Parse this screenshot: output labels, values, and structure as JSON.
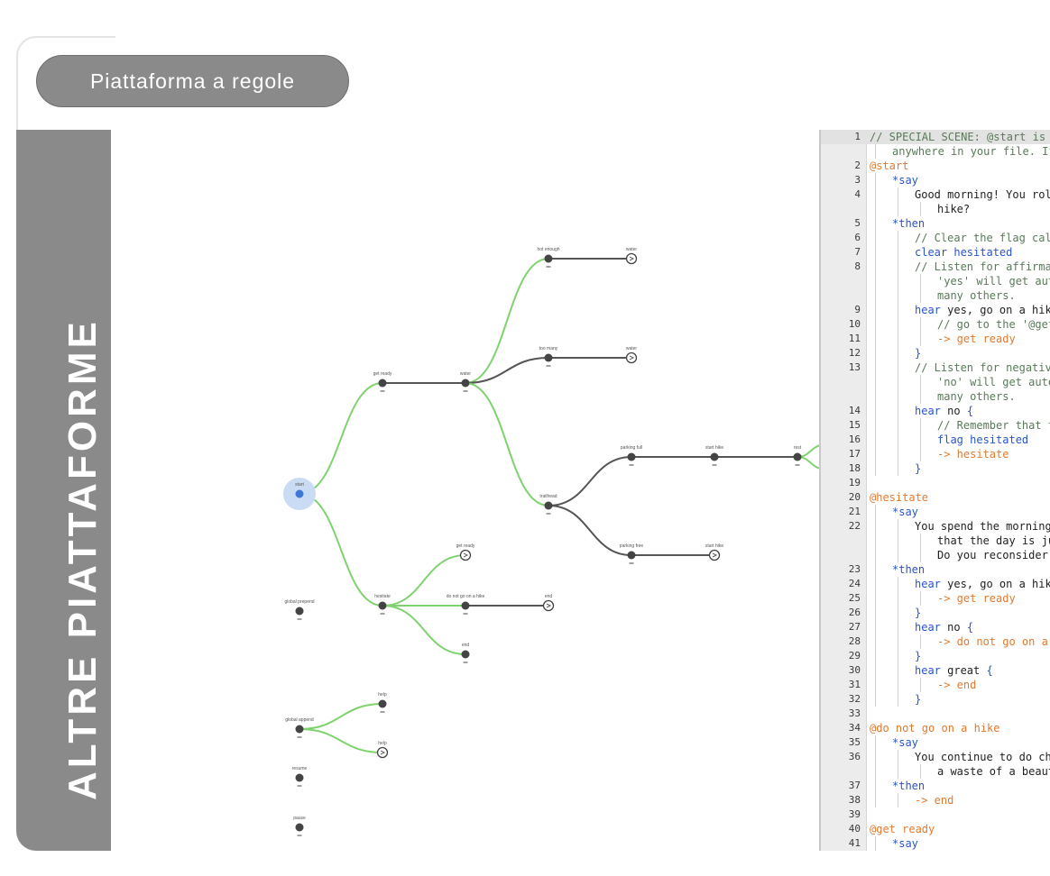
{
  "header": {
    "pill_label": "Piattaforma a regole"
  },
  "side": {
    "label": "ALTRE PIATTAFORME"
  },
  "colors": {
    "band": "#8a8a8a",
    "edge_green": "#7ed36e",
    "edge_gray": "#555555",
    "node": "#444444",
    "start_node": "#3b78d8",
    "start_halo": "#c9dcf4"
  },
  "diagram": {
    "nodes": [
      {
        "id": "start",
        "label": "start",
        "type": "start"
      },
      {
        "id": "get_ready",
        "label": "get ready",
        "type": "normal"
      },
      {
        "id": "water",
        "label": "water",
        "type": "normal"
      },
      {
        "id": "hot_enough",
        "label": "hot enough",
        "type": "normal"
      },
      {
        "id": "water_1",
        "label": "water",
        "type": "ring"
      },
      {
        "id": "too_many",
        "label": "too many",
        "type": "normal"
      },
      {
        "id": "water_2",
        "label": "water",
        "type": "ring"
      },
      {
        "id": "trailhead",
        "label": "trailhead",
        "type": "normal"
      },
      {
        "id": "parking_full",
        "label": "parking full",
        "type": "normal"
      },
      {
        "id": "start_hike",
        "label": "start hike",
        "type": "normal"
      },
      {
        "id": "rest",
        "label": "rest",
        "type": "normal"
      },
      {
        "id": "parking_free",
        "label": "parking free",
        "type": "normal"
      },
      {
        "id": "start_hike_2",
        "label": "start hike",
        "type": "ring"
      },
      {
        "id": "hesitate",
        "label": "hesitate",
        "type": "normal"
      },
      {
        "id": "get_ready_2",
        "label": "get ready",
        "type": "ring"
      },
      {
        "id": "do_not",
        "label": "do not go on a hike",
        "type": "normal"
      },
      {
        "id": "end_1",
        "label": "end",
        "type": "ring"
      },
      {
        "id": "end_2",
        "label": "end",
        "type": "normal"
      },
      {
        "id": "global_prepend",
        "label": "global prepend",
        "type": "normal"
      },
      {
        "id": "global_append",
        "label": "global append",
        "type": "normal"
      },
      {
        "id": "help_1",
        "label": "help",
        "type": "normal"
      },
      {
        "id": "help_2",
        "label": "help",
        "type": "ring"
      },
      {
        "id": "resume",
        "label": "resume",
        "type": "normal"
      },
      {
        "id": "pause",
        "label": "pause",
        "type": "normal"
      }
    ],
    "edges": [
      {
        "from": "start",
        "to": "get_ready",
        "color": "green"
      },
      {
        "from": "start",
        "to": "hesitate",
        "color": "green"
      },
      {
        "from": "get_ready",
        "to": "water",
        "color": "gray"
      },
      {
        "from": "water",
        "to": "hot_enough",
        "color": "green"
      },
      {
        "from": "water",
        "to": "too_many",
        "color": "gray"
      },
      {
        "from": "water",
        "to": "trailhead",
        "color": "green"
      },
      {
        "from": "hot_enough",
        "to": "water_1",
        "color": "gray"
      },
      {
        "from": "too_many",
        "to": "water_2",
        "color": "gray"
      },
      {
        "from": "trailhead",
        "to": "parking_full",
        "color": "gray"
      },
      {
        "from": "trailhead",
        "to": "parking_free",
        "color": "gray"
      },
      {
        "from": "parking_full",
        "to": "start_hike",
        "color": "gray"
      },
      {
        "from": "start_hike",
        "to": "rest",
        "color": "gray"
      },
      {
        "from": "parking_free",
        "to": "start_hike_2",
        "color": "gray"
      },
      {
        "from": "hesitate",
        "to": "get_ready_2",
        "color": "green"
      },
      {
        "from": "hesitate",
        "to": "do_not",
        "color": "green"
      },
      {
        "from": "hesitate",
        "to": "end_2",
        "color": "green"
      },
      {
        "from": "do_not",
        "to": "end_1",
        "color": "gray"
      },
      {
        "from": "global_append",
        "to": "help_1",
        "color": "green"
      },
      {
        "from": "global_append",
        "to": "help_2",
        "color": "green"
      }
    ]
  },
  "code": {
    "lines": [
      {
        "no": "1",
        "active": true,
        "indent": 0,
        "parts": [
          {
            "c": "comment",
            "t": "// SPECIAL SCENE: @start is a spe"
          }
        ]
      },
      {
        "no": "",
        "indent": 1,
        "parts": [
          {
            "c": "comment",
            "t": "anywhere in your file. If no "
          }
        ]
      },
      {
        "no": "2",
        "indent": 0,
        "parts": [
          {
            "c": "scene",
            "t": "@start"
          }
        ]
      },
      {
        "no": "3",
        "indent": 1,
        "parts": [
          {
            "c": "keyword",
            "t": "*say"
          }
        ]
      },
      {
        "no": "4",
        "indent": 2,
        "parts": [
          {
            "c": "text",
            "t": "Good morning! You roll ov"
          }
        ]
      },
      {
        "no": "",
        "indent": 3,
        "parts": [
          {
            "c": "text",
            "t": "hike?"
          }
        ]
      },
      {
        "no": "5",
        "indent": 1,
        "parts": [
          {
            "c": "keyword",
            "t": "*then"
          }
        ]
      },
      {
        "no": "6",
        "indent": 2,
        "parts": [
          {
            "c": "comment",
            "t": "// Clear the flag called"
          }
        ]
      },
      {
        "no": "7",
        "indent": 2,
        "parts": [
          {
            "c": "keyword",
            "t": "clear "
          },
          {
            "c": "flag",
            "t": "hesitated"
          }
        ]
      },
      {
        "no": "8",
        "indent": 2,
        "parts": [
          {
            "c": "comment",
            "t": "// Listen for affirmative"
          }
        ]
      },
      {
        "no": "",
        "indent": 3,
        "parts": [
          {
            "c": "comment",
            "t": "'yes' will get automa"
          }
        ]
      },
      {
        "no": "",
        "indent": 3,
        "parts": [
          {
            "c": "comment",
            "t": "many others."
          }
        ]
      },
      {
        "no": "9",
        "indent": 2,
        "parts": [
          {
            "c": "keyword",
            "t": "hear "
          },
          {
            "c": "text",
            "t": "yes, go on a hike "
          },
          {
            "c": "keyword",
            "t": "{"
          }
        ]
      },
      {
        "no": "10",
        "indent": 3,
        "parts": [
          {
            "c": "comment",
            "t": "// go to the '@get re"
          }
        ]
      },
      {
        "no": "11",
        "indent": 3,
        "parts": [
          {
            "c": "goto",
            "t": "-> get ready"
          }
        ]
      },
      {
        "no": "12",
        "indent": 2,
        "parts": [
          {
            "c": "keyword",
            "t": "}"
          }
        ]
      },
      {
        "no": "13",
        "indent": 2,
        "parts": [
          {
            "c": "comment",
            "t": "// Listen for negative re"
          }
        ]
      },
      {
        "no": "",
        "indent": 3,
        "parts": [
          {
            "c": "comment",
            "t": "'no' will get automat"
          }
        ]
      },
      {
        "no": "",
        "indent": 3,
        "parts": [
          {
            "c": "comment",
            "t": "many others."
          }
        ]
      },
      {
        "no": "14",
        "indent": 2,
        "parts": [
          {
            "c": "keyword",
            "t": "hear "
          },
          {
            "c": "text",
            "t": "no "
          },
          {
            "c": "keyword",
            "t": "{"
          }
        ]
      },
      {
        "no": "15",
        "indent": 3,
        "parts": [
          {
            "c": "comment",
            "t": "// Remember that the "
          }
        ]
      },
      {
        "no": "16",
        "indent": 3,
        "parts": [
          {
            "c": "keyword",
            "t": "flag "
          },
          {
            "c": "flag",
            "t": "hesitated"
          }
        ]
      },
      {
        "no": "17",
        "indent": 3,
        "parts": [
          {
            "c": "goto",
            "t": "-> hesitate"
          }
        ]
      },
      {
        "no": "18",
        "indent": 2,
        "parts": [
          {
            "c": "keyword",
            "t": "}"
          }
        ]
      },
      {
        "no": "19",
        "indent": 0,
        "parts": []
      },
      {
        "no": "20",
        "indent": 0,
        "parts": [
          {
            "c": "scene",
            "t": "@hesitate"
          }
        ]
      },
      {
        "no": "21",
        "indent": 1,
        "parts": [
          {
            "c": "keyword",
            "t": "*say"
          }
        ]
      },
      {
        "no": "22",
        "indent": 2,
        "parts": [
          {
            "c": "text",
            "t": "You spend the morning ins"
          }
        ]
      },
      {
        "no": "",
        "indent": 3,
        "parts": [
          {
            "c": "text",
            "t": "that the day is just "
          }
        ]
      },
      {
        "no": "",
        "indent": 3,
        "parts": [
          {
            "c": "text",
            "t": "Do you reconsider and"
          }
        ]
      },
      {
        "no": "23",
        "indent": 1,
        "parts": [
          {
            "c": "keyword",
            "t": "*then"
          }
        ]
      },
      {
        "no": "24",
        "indent": 2,
        "parts": [
          {
            "c": "keyword",
            "t": "hear "
          },
          {
            "c": "text",
            "t": "yes, go on a hike, r"
          }
        ]
      },
      {
        "no": "25",
        "indent": 3,
        "parts": [
          {
            "c": "goto",
            "t": "-> get ready"
          }
        ]
      },
      {
        "no": "26",
        "indent": 2,
        "parts": [
          {
            "c": "keyword",
            "t": "}"
          }
        ]
      },
      {
        "no": "27",
        "indent": 2,
        "parts": [
          {
            "c": "keyword",
            "t": "hear "
          },
          {
            "c": "text",
            "t": "no "
          },
          {
            "c": "keyword",
            "t": "{"
          }
        ]
      },
      {
        "no": "28",
        "indent": 3,
        "parts": [
          {
            "c": "goto",
            "t": "-> do not go on a hik"
          }
        ]
      },
      {
        "no": "29",
        "indent": 2,
        "parts": [
          {
            "c": "keyword",
            "t": "}"
          }
        ]
      },
      {
        "no": "30",
        "indent": 2,
        "parts": [
          {
            "c": "keyword",
            "t": "hear "
          },
          {
            "c": "text",
            "t": "great "
          },
          {
            "c": "keyword",
            "t": "{"
          }
        ]
      },
      {
        "no": "31",
        "indent": 3,
        "parts": [
          {
            "c": "goto",
            "t": "-> end"
          }
        ]
      },
      {
        "no": "32",
        "indent": 2,
        "parts": [
          {
            "c": "keyword",
            "t": "}"
          }
        ]
      },
      {
        "no": "33",
        "indent": 0,
        "parts": []
      },
      {
        "no": "34",
        "indent": 0,
        "parts": [
          {
            "c": "scene",
            "t": "@do not go on a hike"
          }
        ]
      },
      {
        "no": "35",
        "indent": 1,
        "parts": [
          {
            "c": "keyword",
            "t": "*say"
          }
        ]
      },
      {
        "no": "36",
        "indent": 2,
        "parts": [
          {
            "c": "text",
            "t": "You continue to do chores"
          }
        ]
      },
      {
        "no": "",
        "indent": 3,
        "parts": [
          {
            "c": "text",
            "t": "a waste of a beautifu"
          }
        ]
      },
      {
        "no": "37",
        "indent": 1,
        "parts": [
          {
            "c": "keyword",
            "t": "*then"
          }
        ]
      },
      {
        "no": "38",
        "indent": 2,
        "parts": [
          {
            "c": "goto",
            "t": "-> end"
          }
        ]
      },
      {
        "no": "39",
        "indent": 0,
        "parts": []
      },
      {
        "no": "40",
        "indent": 0,
        "parts": [
          {
            "c": "scene",
            "t": "@get ready"
          }
        ]
      },
      {
        "no": "41",
        "indent": 1,
        "parts": [
          {
            "c": "keyword",
            "t": "*say"
          }
        ]
      }
    ]
  }
}
